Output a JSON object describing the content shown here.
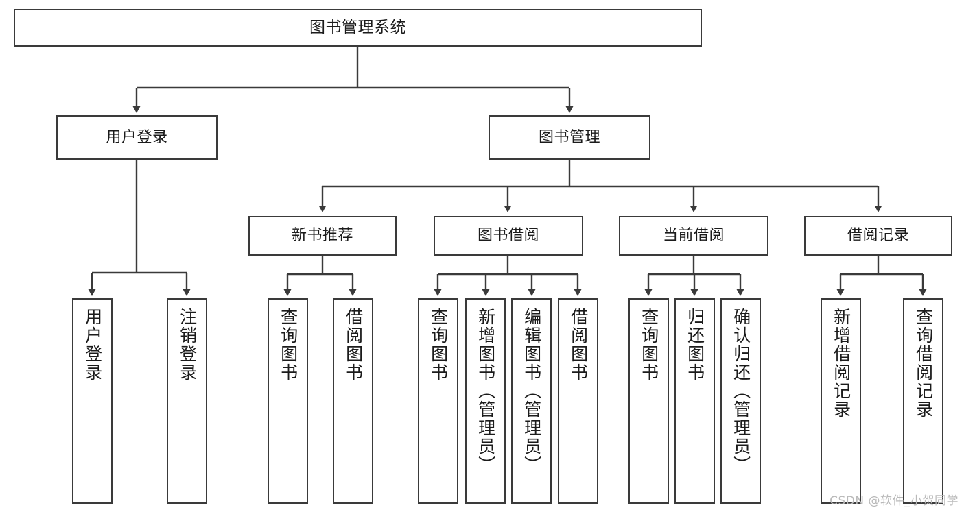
{
  "diagram": {
    "type": "tree",
    "title": "图书管理系统",
    "root": {
      "label": "图书管理系统"
    },
    "level2": [
      {
        "id": "user-login",
        "label": "用户登录"
      },
      {
        "id": "book-manage",
        "label": "图书管理"
      }
    ],
    "level3": [
      {
        "id": "new-book-rec",
        "label": "新书推荐",
        "parent": "book-manage"
      },
      {
        "id": "book-borrow",
        "label": "图书借阅",
        "parent": "book-manage"
      },
      {
        "id": "current-borrow",
        "label": "当前借阅",
        "parent": "book-manage"
      },
      {
        "id": "borrow-record",
        "label": "借阅记录",
        "parent": "book-manage"
      }
    ],
    "leaves": {
      "user-login": [
        {
          "id": "leaf-user-login",
          "label": "用户登录"
        },
        {
          "id": "leaf-user-logout",
          "label": "注销登录"
        }
      ],
      "new-book-rec": [
        {
          "id": "leaf-query-book-1",
          "label": "查询图书"
        },
        {
          "id": "leaf-borrow-book-1",
          "label": "借阅图书"
        }
      ],
      "book-borrow": [
        {
          "id": "leaf-query-book-2",
          "label": "查询图书"
        },
        {
          "id": "leaf-add-book",
          "label": "新增图书（管理员）"
        },
        {
          "id": "leaf-edit-book",
          "label": "编辑图书（管理员）"
        },
        {
          "id": "leaf-borrow-book-2",
          "label": "借阅图书"
        }
      ],
      "current-borrow": [
        {
          "id": "leaf-query-book-3",
          "label": "查询图书"
        },
        {
          "id": "leaf-return-book",
          "label": "归还图书"
        },
        {
          "id": "leaf-confirm-return",
          "label": "确认归还（管理员）"
        }
      ],
      "borrow-record": [
        {
          "id": "leaf-add-record",
          "label": "新增借阅记录"
        },
        {
          "id": "leaf-query-record",
          "label": "查询借阅记录"
        }
      ]
    }
  },
  "watermark": {
    "text": "CSDN @软件_小贺同学"
  },
  "colors": {
    "stroke": "#3a3a3a",
    "fill": "#ffffff",
    "text": "#1b1b1b",
    "watermark": "#b9b9b9"
  }
}
